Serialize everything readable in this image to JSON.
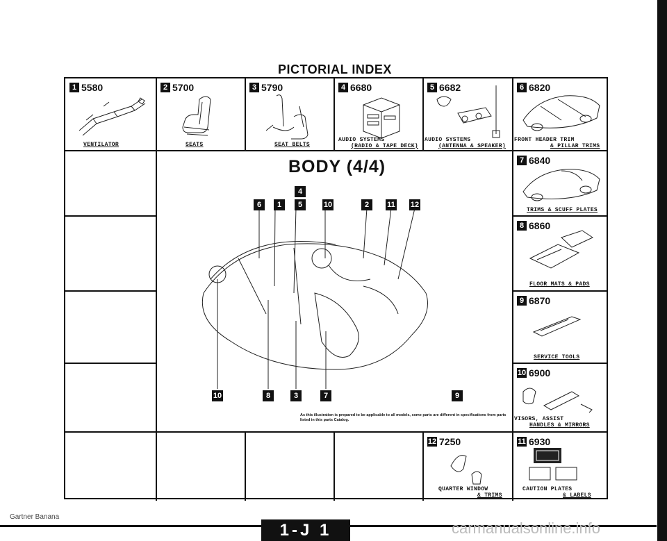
{
  "page_title": "PICTORIAL INDEX",
  "top_row": [
    {
      "num": "1",
      "code": "5580",
      "caption": "VENTILATOR"
    },
    {
      "num": "2",
      "code": "5700",
      "caption": "SEATS"
    },
    {
      "num": "3",
      "code": "5790",
      "caption": "SEAT BELTS"
    },
    {
      "num": "4",
      "code": "6680",
      "caption_line1": "AUDIO SYSTEMS",
      "caption_line2": "(RADIO & TAPE DECK)"
    },
    {
      "num": "5",
      "code": "6682",
      "caption_line1": "AUDIO SYSTEMS",
      "caption_line2": "(ANTENNA & SPEAKER)"
    },
    {
      "num": "6",
      "code": "6820",
      "caption_line1": "FRONT HEADER TRIM",
      "caption_line2": "& PILLAR TRIMS"
    }
  ],
  "right_column": [
    {
      "num": "7",
      "code": "6840",
      "caption": "TRIMS & SCUFF PLATES"
    },
    {
      "num": "8",
      "code": "6860",
      "caption": "FLOOR MATS & PADS"
    },
    {
      "num": "9",
      "code": "6870",
      "caption": "SERVICE TOOLS"
    },
    {
      "num": "10",
      "code": "6900",
      "caption_line1": "VISORS, ASSIST",
      "caption_line2": "HANDLES & MIRRORS"
    },
    {
      "num": "11",
      "code": "6930",
      "caption_line1": "CAUTION PLATES",
      "caption_line2": "& LABELS"
    }
  ],
  "bottom_cell": {
    "num": "12",
    "code": "7250",
    "caption_line1": "QUARTER WINDOW",
    "caption_line2": "& TRIMS"
  },
  "body_title": "BODY (4/4)",
  "callouts_top": [
    "4",
    "6",
    "1",
    "5",
    "10",
    "2",
    "11",
    "12"
  ],
  "callouts_bottom": [
    "10",
    "8",
    "3",
    "7",
    "9"
  ],
  "note": "As this illustration is prepared to be applicable to all models, some parts are different in specifications from parts listed in this parts Catalog.",
  "footer_left": "Gartner Banana",
  "page_number": "1-J 1",
  "watermark": "carmanualsonline.info"
}
